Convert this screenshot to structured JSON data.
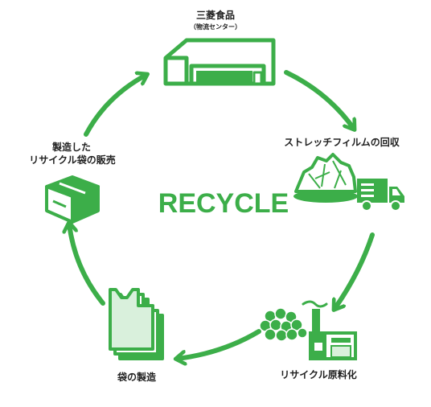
{
  "diagram": {
    "title": "RECYCLE",
    "colors": {
      "accent": "#3cae49",
      "light": "#d9f0dc",
      "text": "#1f1f1f"
    },
    "nodes": [
      {
        "id": "food-center",
        "label": "三菱食品",
        "sublabel": "（物流センター）",
        "icon": "warehouse-icon"
      },
      {
        "id": "film-collection",
        "label": "ストレッチフィルムの回収",
        "icon": "film-pile-truck-icon"
      },
      {
        "id": "recycled-material",
        "label": "リサイクル原料化",
        "icon": "factory-pellets-icon"
      },
      {
        "id": "bag-making",
        "label": "袋の製造",
        "icon": "plastic-bags-icon"
      },
      {
        "id": "bag-sales",
        "label_lines": [
          "製造した",
          "リサイクル袋の販売"
        ],
        "icon": "cardboard-box-icon"
      }
    ]
  }
}
